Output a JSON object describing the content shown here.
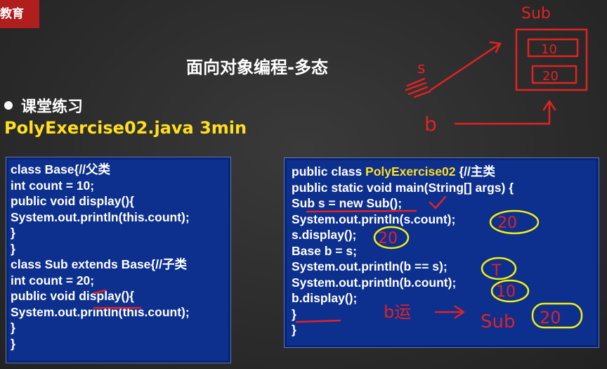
{
  "brand": {
    "text": "教育"
  },
  "slide": {
    "title": "面向对象编程-多态",
    "bullet": "课堂练习",
    "exercise": "PolyExercise02.java  3min"
  },
  "left_code": [
    "class Base{//父类",
    "int count = 10;",
    "public void display(){",
    "System.out.println(this.count);",
    "}",
    "}",
    "class Sub extends Base{//子类",
    "int count = 20;",
    "public void display(){",
    "System.out.println(this.count);",
    "}",
    "}"
  ],
  "right_code": {
    "line1_prefix": "public class ",
    "line1_class": "PolyExercise02",
    "line1_suffix": " {//主类",
    "lines": [
      "public static void main(String[] args) {",
      "Sub s = new Sub();",
      "System.out.println(s.count);",
      "s.display();",
      "Base b = s;",
      "System.out.println(b == s);",
      "System.out.println(b.count);",
      "b.display();",
      "}",
      "}"
    ]
  },
  "annotations": {
    "diagram_sub_label": "Sub",
    "diagram_box_top": "10",
    "diagram_box_bottom": "20",
    "diagram_s": "s",
    "diagram_b": "b",
    "answer_s_count": "20",
    "answer_s_display": "20",
    "answer_eq": "T",
    "answer_b_count": "10",
    "bottom_b": "b运",
    "bottom_sub": "Sub",
    "answer_b_display": "20",
    "accent_red": "#e32222",
    "accent_yellow": "#f2ef12"
  }
}
